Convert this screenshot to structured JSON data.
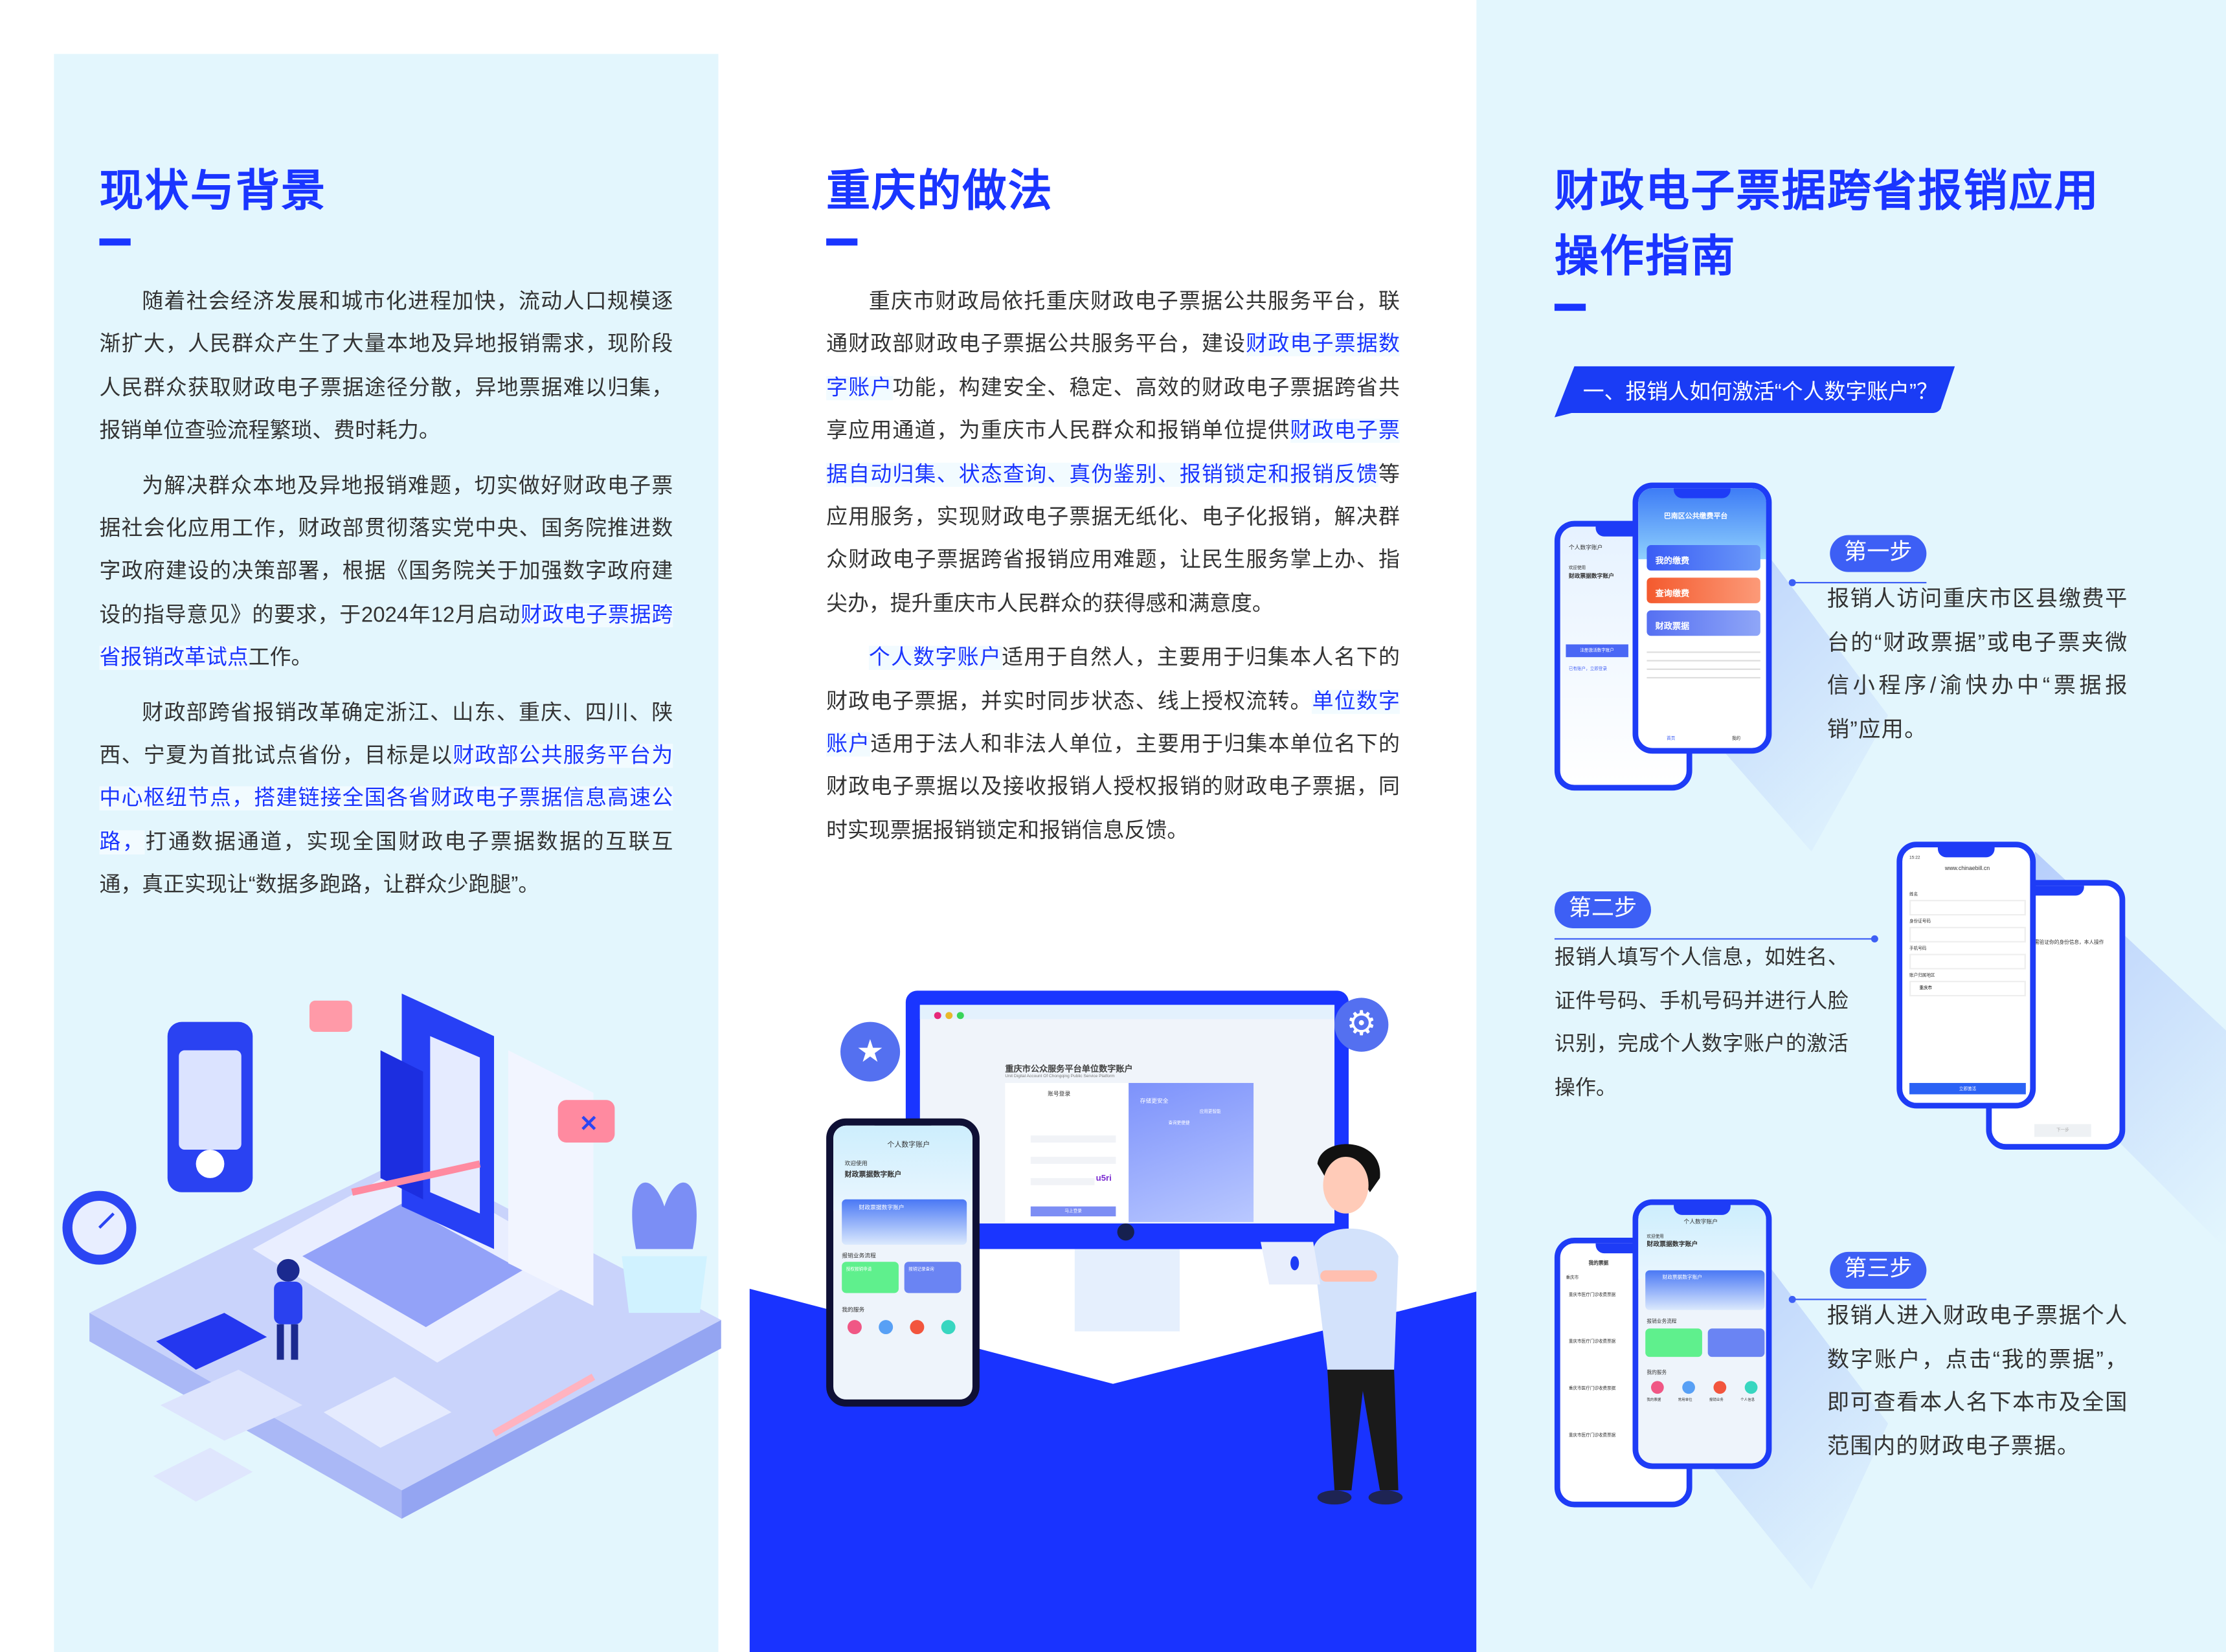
{
  "colors": {
    "accent": "#1a35ff",
    "panel_bg": "#e3f6fd",
    "step_pill": "#3d5ff5",
    "text": "#333333"
  },
  "left": {
    "title": "现状与背景",
    "p1": [
      "随着社会经济发展和城市化进程加快，流动人口规模逐渐扩大，人民群众产生了大量本地及异地报销需求，现阶段人民群众获取财政电子票据途径分散，异地票据难以归集，报销单位查验流程繁琐、费时耗力。"
    ],
    "p2": [
      "为解决群众本地及异地报销难题，切实做好财政电子票据社会化应用工作，财政部贯彻落实党中央、国务院推进数字政府建设的决策部署，根据《国务院关于加强数字政府建设的指导意见》的要求，于2024年12月启动",
      "财政电子票据跨省报销改革试点",
      "工作。"
    ],
    "p3": [
      "财政部跨省报销改革确定浙江、山东、重庆、四川、陕西、宁夏为首批试点省份，目标是以",
      "财政部公共服务平台为中心枢纽节点，搭建链接全国各省财政电子票据信息高速公路，",
      "打通数据通道，实现全国财政电子票据数据的互联互通，真正实现让“数据多跑路，让群众少跑腿”。"
    ]
  },
  "middle": {
    "title": "重庆的做法",
    "p1": [
      "重庆市财政局依托重庆财政电子票据公共服务平台，联通财政部财政电子票据公共服务平台，建设",
      "财政电子票据数字账户",
      "功能，构建安全、稳定、高效的财政电子票据跨省共享应用通道，为重庆市人民群众和报销单位提供",
      "财政电子票据自动归集、状态查询、真伪鉴别、报销锁定和报销反馈",
      "等应用服务，实现财政电子票据无纸化、电子化报销，解决群众财政电子票据跨省报销应用难题，让民生服务掌上办、指尖办，提升重庆市人民群众的获得感和满意度。"
    ],
    "p2": [
      "个人数字账户",
      "适用于自然人，主要用于归集本人名下的财政电子票据，并实时同步状态、线上授权流转。",
      "单位数字账户",
      "适用于法人和非法人单位，主要用于归集本单位名下的财政电子票据以及接收报销人授权报销的财政电子票据，同时实现票据报销锁定和报销信息反馈。"
    ],
    "monitor": {
      "title": "重庆市公众服务平台单位数字账户",
      "subtitle": "Unit Digital Account Of Chongqing Public Service Platform",
      "login_tab": "账号登录",
      "login_button": "马上登录",
      "captcha": "u5ri",
      "slogan": "存储更安全",
      "slogan2": "应用更智能",
      "slogan3": "查询更便捷"
    }
  },
  "right": {
    "title_line1": "财政电子票据跨省报销应用",
    "title_line2": "操作指南",
    "banner": "一、报销人如何激活“个人数字账户”？",
    "steps": [
      {
        "label": "第一步",
        "text": "报销人访问重庆市区县缴费平台的“财政票据”或电子票夹微信小程序/渝快办中“票据报销”应用。"
      },
      {
        "label": "第二步",
        "text": "报销人填写个人信息，如姓名、证件号码、手机号码并进行人脸识别，完成个人数字账户的激活操作。"
      },
      {
        "label": "第三步",
        "text": "报销人进入财政电子票据个人数字账户，点击“我的票据”，即可查看本人名下本市及全国范围内的财政电子票据。"
      }
    ]
  },
  "phones": {
    "platform": "巴南区公共缴费平台",
    "my_pay": "我的缴费",
    "query_pay": "查询缴费",
    "fiscal_bill": "财政票据",
    "personal_account": "个人数字账户",
    "welcome": "欢迎使用",
    "bill_account": "财政票据数字账户",
    "register": "注册激活数字账户",
    "has_account": "已有账户，立即登录",
    "time": "15:22",
    "url": "www.chinaebill.cn",
    "field_name": "姓名",
    "field_id": "身份证号码",
    "field_phone": "手机号码",
    "field_region": "账户归属地区",
    "region_value": "重庆市",
    "activate": "立即激活",
    "next": "下一步",
    "verify": "需验证你的身份信息，本人操作",
    "flow": "报销业务流程",
    "services": "我的服务",
    "svc": [
      "我的票据",
      "常用单位",
      "报销业务",
      "个人信息"
    ],
    "auth_apply": "授权报销申请",
    "record": "报销记录查询",
    "my_bills": "我的票据",
    "bill_item": "重庆市医疗门诊收费票据",
    "city": "重庆市",
    "home": "首页",
    "mine": "我的"
  }
}
